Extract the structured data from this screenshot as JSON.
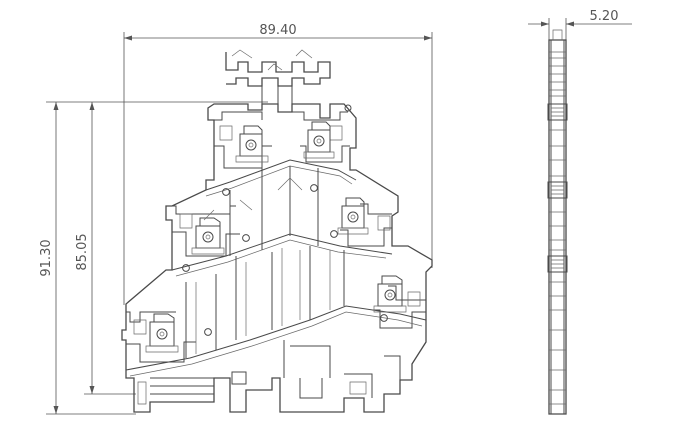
{
  "dimensions": {
    "width": "89.40",
    "thickness": "5.20",
    "overall_height": "91.30",
    "rail_height": "85.05"
  },
  "colors": {
    "line": "#4a4a4a",
    "dimension": "#555555",
    "background": "#ffffff"
  }
}
